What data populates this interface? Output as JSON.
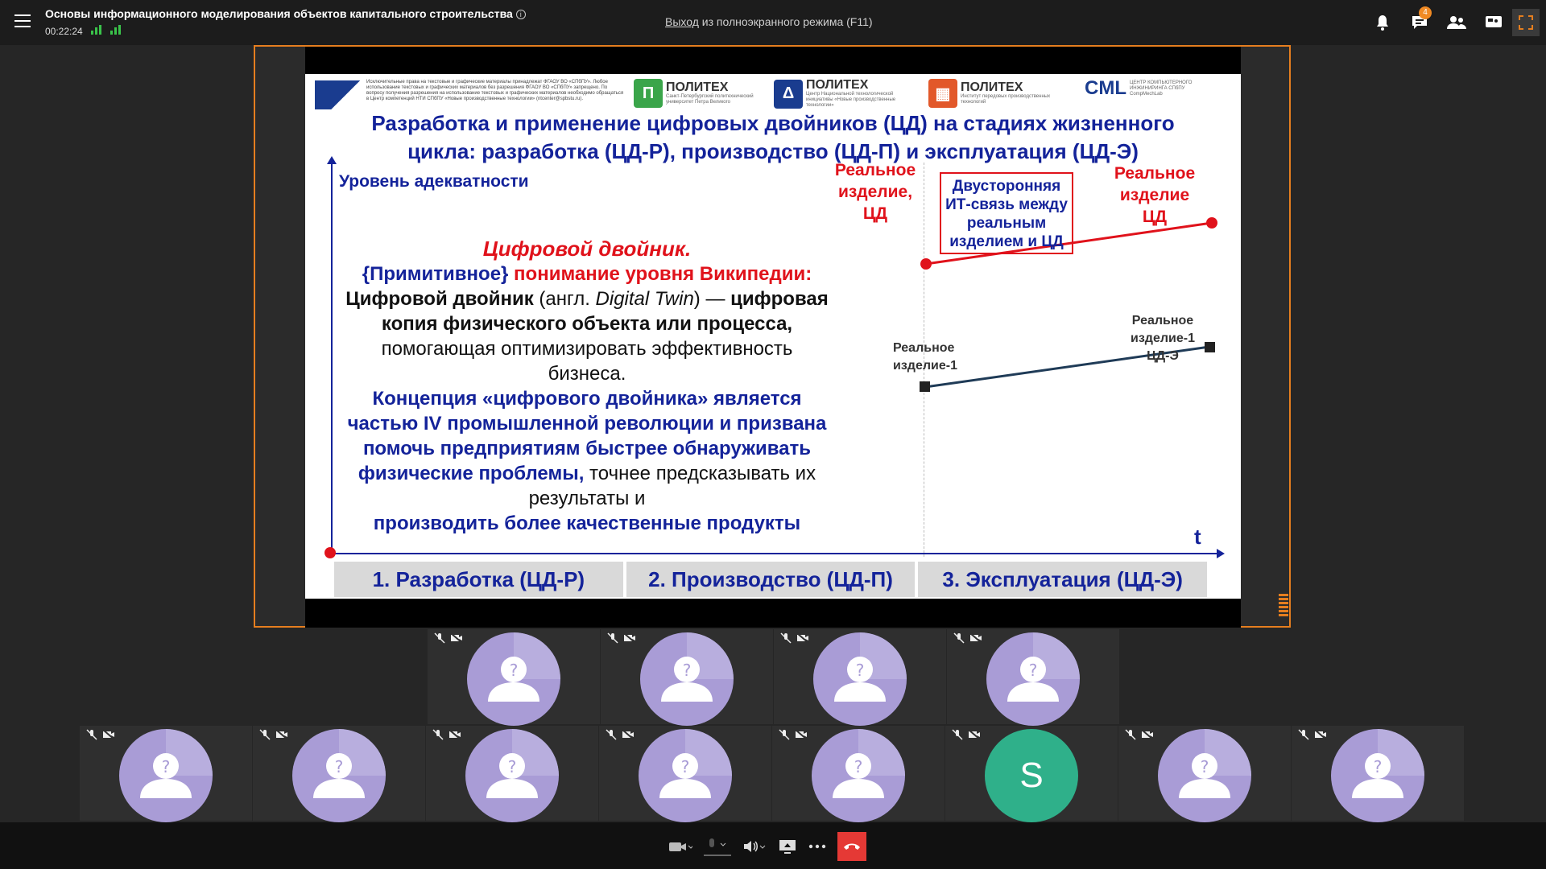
{
  "header": {
    "title": "Основы информационного моделирования объектов капитального строительства",
    "timer": "00:22:24",
    "exit_link": "Выход",
    "exit_rest": " из полноэкранного режима (F11)",
    "chat_badge": "4"
  },
  "slide": {
    "logos": [
      {
        "name": "ПОЛИТЕХ",
        "sub": "Санкт-Петербургский политехнический университет Петра Великого",
        "color": "#3aa54a",
        "mark": "П"
      },
      {
        "name": "ПОЛИТЕХ",
        "sub": "Центр Национальной технологической инициативы «Новые производственные технологии»",
        "color": "#1a3c8f",
        "mark": "Δ"
      },
      {
        "name": "ПОЛИТЕХ",
        "sub": "Институт передовых производственных технологий",
        "color": "#e2582a",
        "mark": "▦"
      },
      {
        "name": "CML",
        "sub": "ЦЕНТР КОМПЬЮТЕРНОГО ИНЖИНИРИНГА СПбПУ CompMechLab",
        "color": "#1a3c8f",
        "mark": ""
      }
    ],
    "copyright": "Исключительные права на текстовые и графические материалы принадлежат ФГАОУ ВО «СПбПУ». Любое использование текстовых и графических материалов без разрешения ФГАОУ ВО «СПбПУ» запрещено. По вопросу получения разрешения на использование текстовых и графических материалов необходимо обращаться в Центр компетенций НТИ СПбПУ «Новые производственные технологии» (ntcenter@spbstu.ru).",
    "title_line1": "Разработка и применение цифровых двойников (ЦД) на стадиях жизненного",
    "title_line2": "цикла: разработка (ЦД-Р), производство (ЦД-П) и эксплуатация (ЦД-Э)",
    "y_label": "Уровень адекватности",
    "t_label": "t",
    "red_left": [
      "Реальное",
      "изделие,",
      "ЦД"
    ],
    "red_right": [
      "Реальное",
      "изделие",
      "ЦД"
    ],
    "box": [
      "Двусторонняя",
      "ИТ-связь между",
      "реальным",
      "изделием и ЦД"
    ],
    "dark_left": [
      "Реальное",
      "изделие-1"
    ],
    "dark_right": [
      "Реальное изделие-1",
      "ЦД-Э"
    ],
    "body": {
      "heading": "Цифровой двойник.",
      "prim": "{Примитивное}",
      "prim_rest": " понимание уровня Википедии:",
      "def_a": "Цифровой двойник",
      "def_b": " (англ. ",
      "def_c": "Digital Twin",
      "def_d": ") — ",
      "def_e": "цифровая копия физического объекта или процесса,",
      "def_f": " помогающая оптимизировать эффективность бизнеса.",
      "concept": "Концепция «цифрового двойника» является частью IV промышленной революции и призвана помочь предприятиям быстрее обнаруживать физические проблемы,",
      "concept_rest": " точнее предсказывать их результаты и",
      "last": "производить более качественные продукты"
    },
    "stages": [
      "1. Разработка (ЦД-Р)",
      "2. Производство (ЦД-П)",
      "3. Эксплуатация (ЦД-Э)"
    ]
  },
  "participants": {
    "row1": [
      {
        "type": "unknown"
      },
      {
        "type": "unknown"
      },
      {
        "type": "unknown"
      },
      {
        "type": "unknown"
      }
    ],
    "row2": [
      {
        "type": "unknown"
      },
      {
        "type": "unknown"
      },
      {
        "type": "unknown"
      },
      {
        "type": "unknown"
      },
      {
        "type": "unknown"
      },
      {
        "type": "letter",
        "letter": "S"
      },
      {
        "type": "unknown"
      },
      {
        "type": "unknown"
      }
    ]
  },
  "colors": {
    "accent": "#e57e1f",
    "slide_blue": "#14239a",
    "slide_red": "#e0121b",
    "avatar": "#a99cd6",
    "end_call": "#e53935"
  }
}
